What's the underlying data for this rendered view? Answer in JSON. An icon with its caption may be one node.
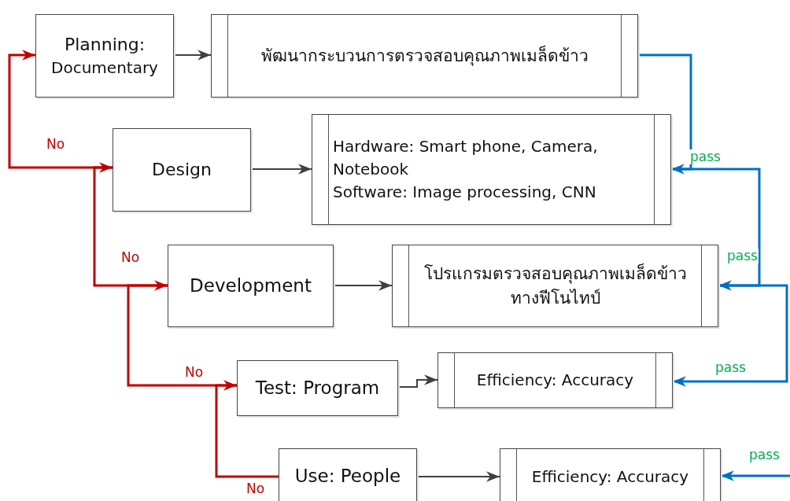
{
  "diagram": {
    "nodes": [
      {
        "text": [
          "Planning:",
          "Documentary"
        ]
      },
      {
        "text": [
          "พัฒนากระบวนการตรวจสอบคุณภาพเมล็ดข้าว"
        ]
      },
      {
        "text": [
          "Design"
        ]
      },
      {
        "text": [
          "Hardware: Smart phone, Camera, Notebook",
          "Software: Image processing, CNN"
        ]
      },
      {
        "text": [
          "Development"
        ]
      },
      {
        "text": [
          "โปรแกรมตรวจสอบคุณภาพเมล็ดข้าวทางฟีโนไทป์"
        ]
      },
      {
        "text": [
          "Test: Program"
        ]
      },
      {
        "text": [
          "Efficiency: Accuracy"
        ]
      },
      {
        "text": [
          "Use: People"
        ]
      },
      {
        "text": [
          "Efficiency: Accuracy"
        ]
      }
    ],
    "edges": [
      {
        "from": 0,
        "to": 1,
        "arrow": "to"
      },
      {
        "from": 2,
        "to": 3,
        "arrow": "to"
      },
      {
        "from": 4,
        "to": 5,
        "arrow": "to"
      },
      {
        "from": 6,
        "to": 7,
        "arrow": "to"
      },
      {
        "from": 8,
        "to": 9,
        "arrow": "to"
      },
      {
        "from": 1,
        "to": 3,
        "arrow": "to",
        "label": "pass",
        "color": "#0070c0"
      },
      {
        "from": 3,
        "to": 5,
        "arrow": "to",
        "label": "pass",
        "color": "#0070c0"
      },
      {
        "from": 5,
        "to": 7,
        "arrow": "to",
        "label": "pass",
        "color": "#0070c0"
      },
      {
        "from": null,
        "to": 9,
        "arrow": "to",
        "label": "pass",
        "color": "#0070c0"
      },
      {
        "from": 2,
        "to": 0,
        "arrow": "to",
        "label": "No",
        "color": "#c00000"
      },
      {
        "from": 4,
        "to": 2,
        "arrow": "to",
        "label": "No",
        "color": "#c00000"
      },
      {
        "from": 6,
        "to": 4,
        "arrow": "to",
        "label": "No",
        "color": "#c00000"
      },
      {
        "from": 8,
        "to": 6,
        "arrow": "to",
        "label": "No",
        "color": "#c00000"
      }
    ]
  }
}
